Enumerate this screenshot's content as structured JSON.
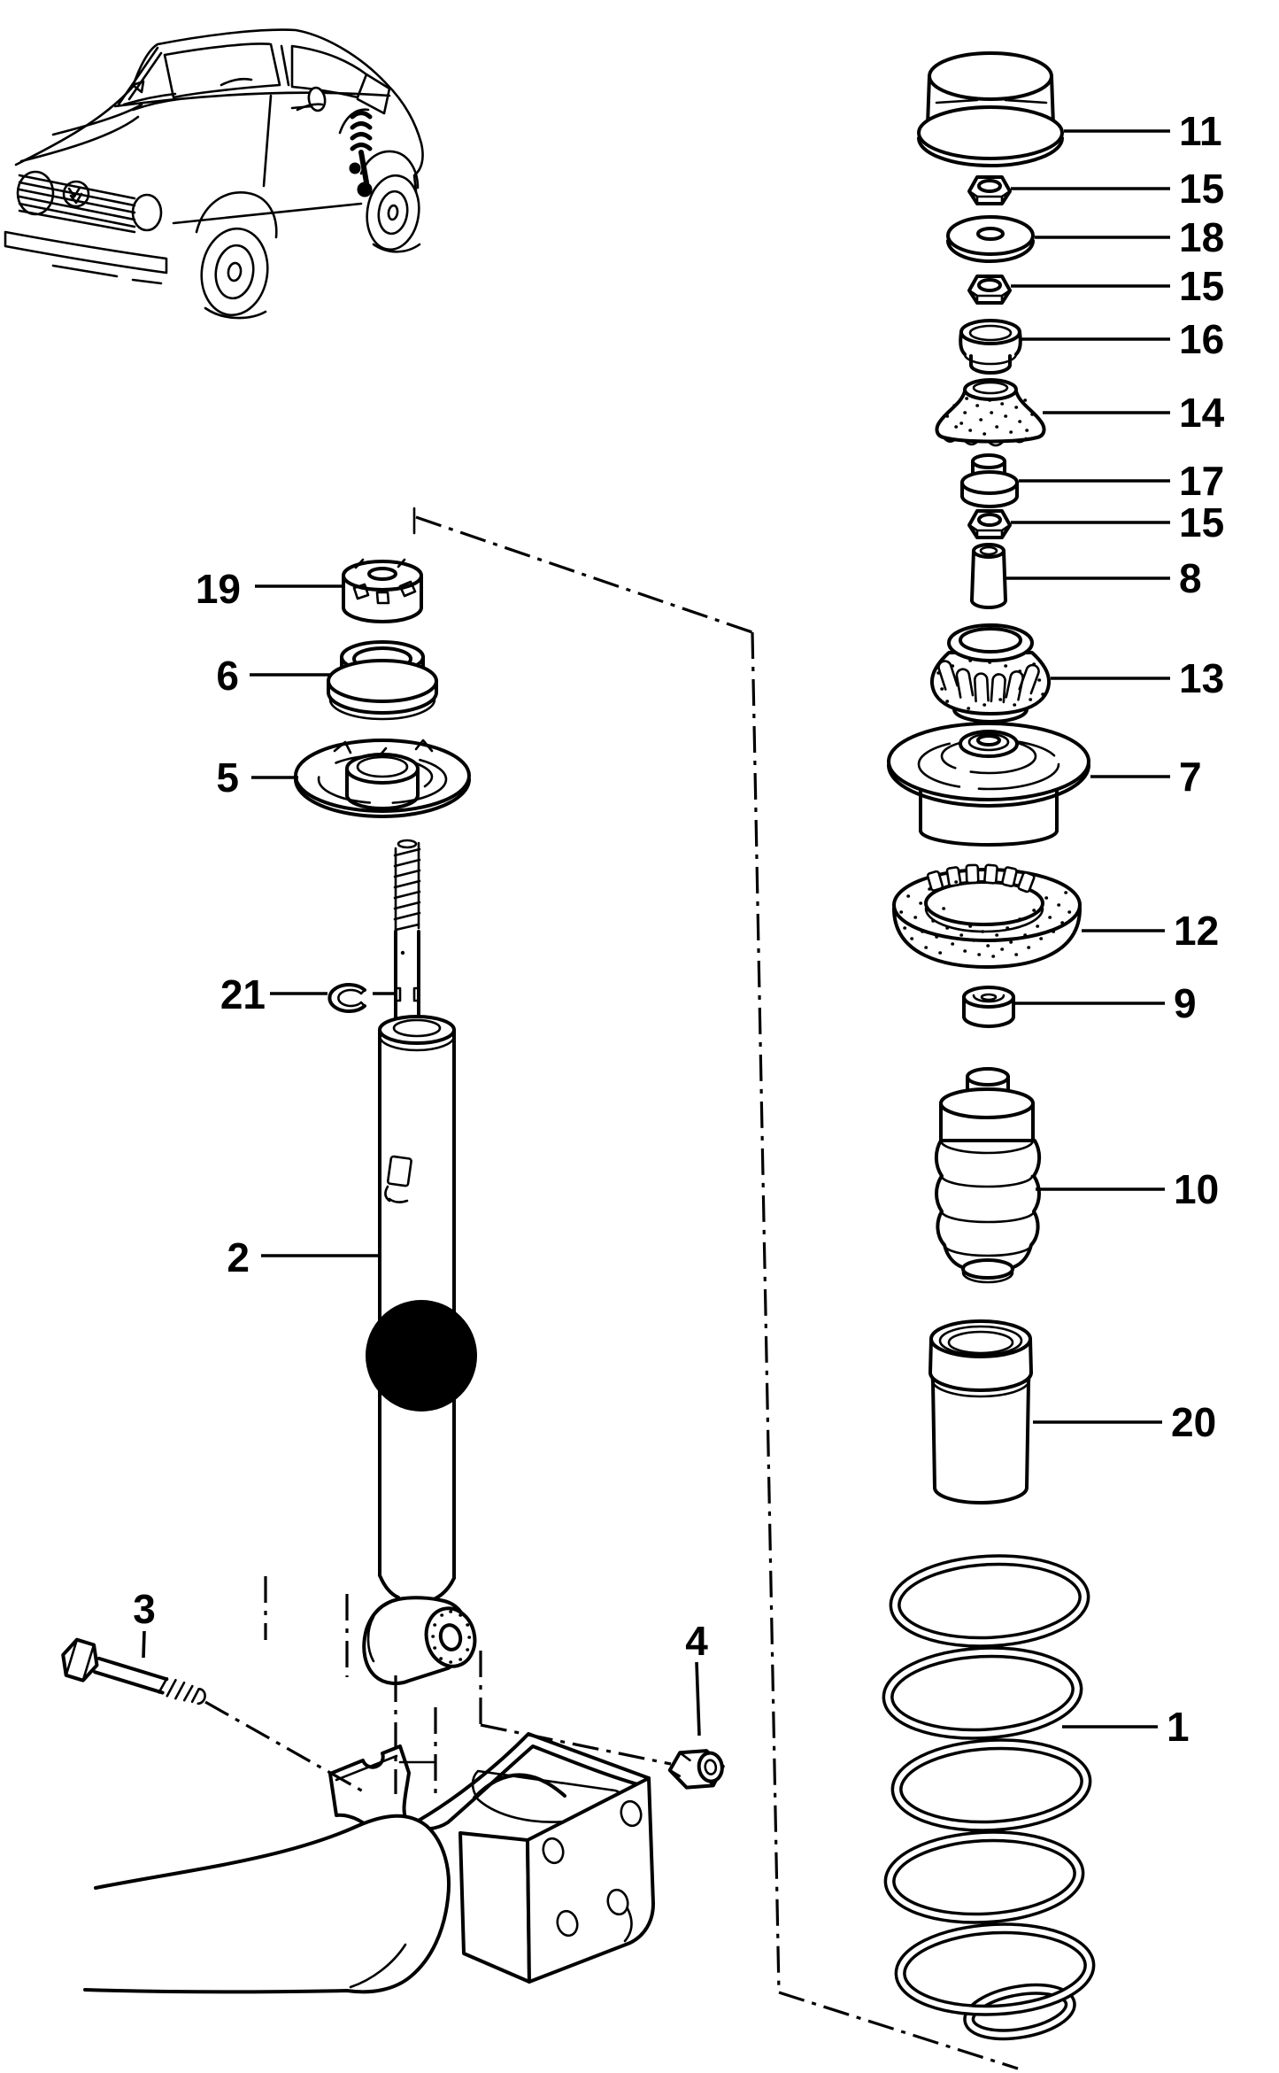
{
  "page": {
    "background": "#ffffff",
    "line_color": "#000000"
  },
  "diagram": {
    "description_key": "rear-suspension-exploded-view",
    "callouts": [
      {
        "key": "cap",
        "label": "11"
      },
      {
        "key": "nut-upper",
        "label": "15"
      },
      {
        "key": "washer",
        "label": "18"
      },
      {
        "key": "nut-mid",
        "label": "15"
      },
      {
        "key": "bushing-16",
        "label": "16"
      },
      {
        "key": "buffer-14",
        "label": "14"
      },
      {
        "key": "bushing-17",
        "label": "17"
      },
      {
        "key": "nut-lower",
        "label": "15"
      },
      {
        "key": "spacer-8",
        "label": "8"
      },
      {
        "key": "mount-13",
        "label": "13"
      },
      {
        "key": "spring-seat-7",
        "label": "7"
      },
      {
        "key": "damper-ring-12",
        "label": "12"
      },
      {
        "key": "bushing-9",
        "label": "9"
      },
      {
        "key": "bump-stop-10",
        "label": "10"
      },
      {
        "key": "dust-sleeve-20",
        "label": "20"
      },
      {
        "key": "coil-spring-1",
        "label": "1"
      },
      {
        "key": "adjuster-19",
        "label": "19"
      },
      {
        "key": "collar-6",
        "label": "6"
      },
      {
        "key": "spring-plate-5",
        "label": "5"
      },
      {
        "key": "lock-ring-21",
        "label": "21"
      },
      {
        "key": "shock-absorber-2",
        "label": "2"
      },
      {
        "key": "bolt-3",
        "label": "3"
      },
      {
        "key": "nut-4",
        "label": "4"
      }
    ]
  }
}
